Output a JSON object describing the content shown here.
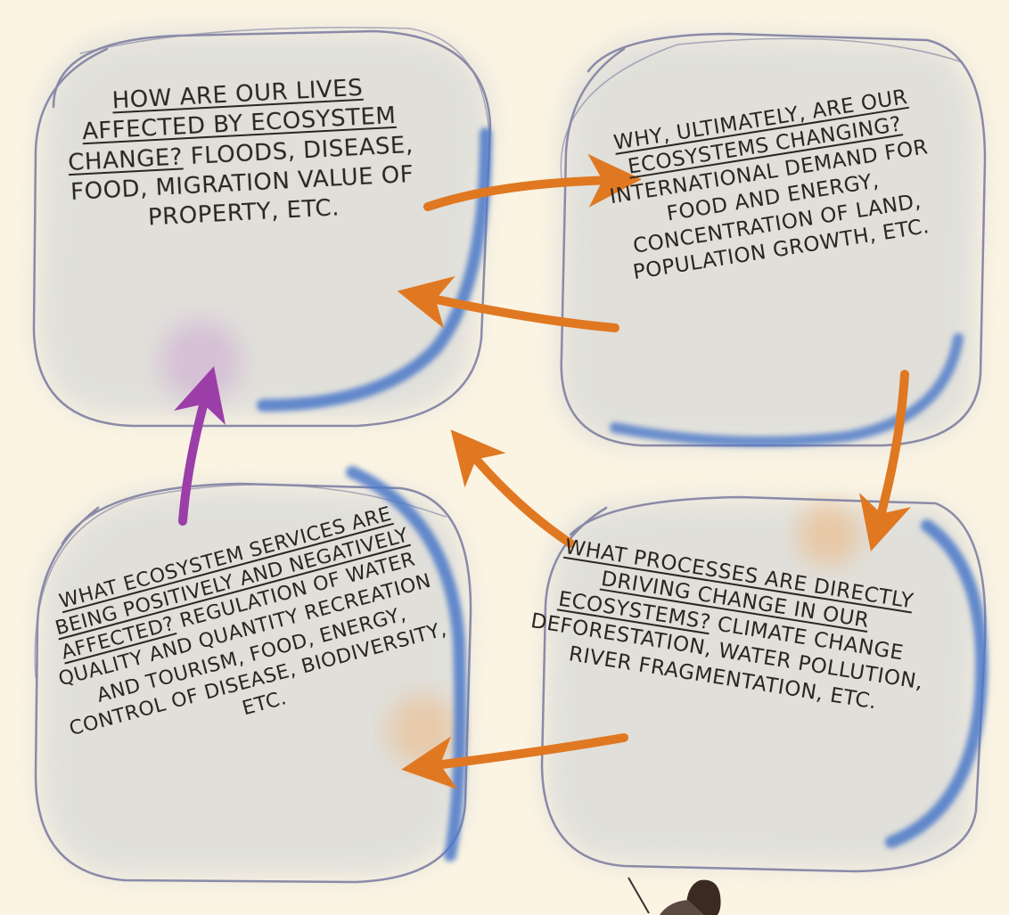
{
  "bubbles": [
    {
      "id": "lives",
      "question": "How are our lives affected by ecosystem change?",
      "details": "Floods, disease, food, migration value of property, etc."
    },
    {
      "id": "why",
      "question": "Why, ultimately, are our ecosystems changing?",
      "details": "International demand for food and energy, concentration of land, population growth, etc."
    },
    {
      "id": "processes",
      "question": "What processes are directly driving change in our ecosystems?",
      "details": "Climate change deforestation, water pollution, river fragmentation, etc."
    },
    {
      "id": "services",
      "question": "What ecosystem services are being positively and negatively affected?",
      "details": "Regulation of water quality and quantity recreation and tourism, food, energy, control of disease, biodiversity, etc."
    }
  ],
  "colors": {
    "background": "#fbf4e3",
    "bubble_fill": "#d8d9d8",
    "outline": "#8a8aa8",
    "blue_accent": "#4a78c8",
    "arrow_orange": "#e07822",
    "arrow_purple": "#9b3ea8",
    "text": "#2a2622"
  }
}
